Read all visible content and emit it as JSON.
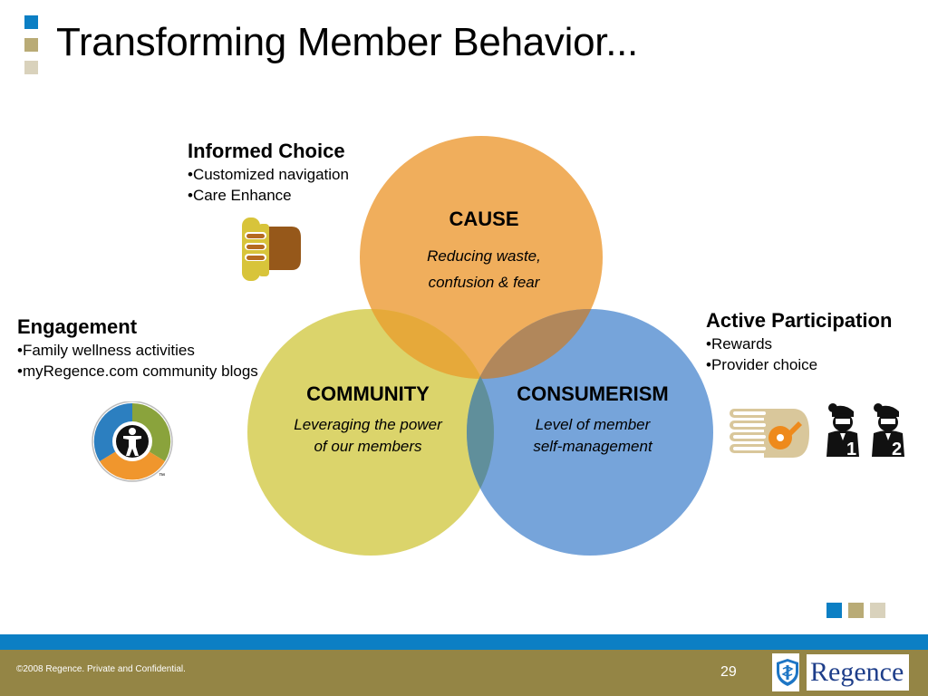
{
  "slide": {
    "title": "Transforming Member Behavior..."
  },
  "informed_choice": {
    "heading": "Informed Choice",
    "bullets": [
      "•Customized navigation",
      "•Care Enhance"
    ]
  },
  "engagement": {
    "heading": "Engagement",
    "bullets": [
      "•Family wellness activities",
      "•myRegence.com community blogs"
    ]
  },
  "active_participation": {
    "heading": "Active Participation",
    "bullets": [
      "•Rewards",
      "•Provider choice"
    ]
  },
  "venn": {
    "cause": {
      "title": "CAUSE",
      "line1": "Reducing waste,",
      "line2": "confusion &  fear",
      "color": "#f0ae5c"
    },
    "community": {
      "title": "COMMUNITY",
      "line1": "Leveraging the power",
      "line2": "of our members",
      "color": "#d9d263"
    },
    "consumerism": {
      "title": "CONSUMERISM",
      "line1": "Level of member",
      "line2": "self-management",
      "color": "#6f9fd8"
    }
  },
  "icons": {
    "informed": "hand-with-card-icon",
    "engagement": "family-wellness-logo-icon",
    "engagement_mark": "™",
    "active": "hand-with-pointer-icon",
    "provider1": "provider-1-icon",
    "provider1_label": "1",
    "provider2": "provider-2-icon",
    "provider2_label": "2"
  },
  "footer": {
    "copyright": "©2008 Regence.  Private and Confidential.",
    "page_number": "29",
    "brand": "Regence"
  },
  "colors": {
    "accent_blue": "#0c7fc4",
    "accent_tan": "#b9ab76",
    "accent_light": "#d9d2bc",
    "footer_olive": "#948545",
    "brand_navy": "#1e3e8a"
  }
}
